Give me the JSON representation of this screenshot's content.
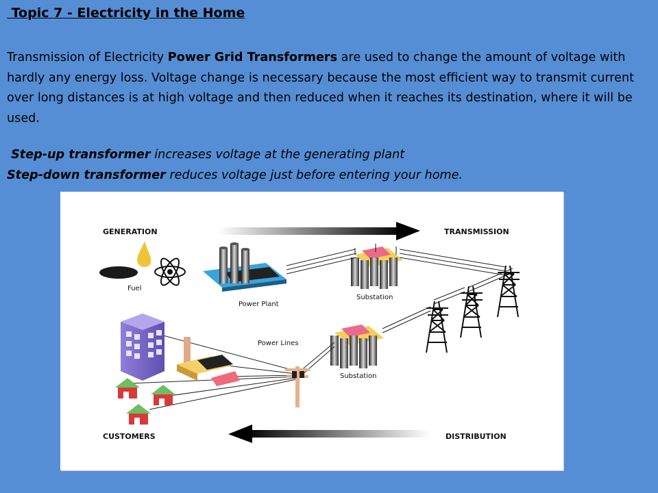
{
  "slide": {
    "title": " Topic 7 - Electricity in the Home",
    "intro": {
      "lead": "Transmission of Electricity ",
      "bold": "Power Grid Transformers",
      "rest": " are used to change the amount of voltage with hardly any energy loss. Voltage change is necessary because the most efficient way to transmit current over long distances is at high voltage and then reduced when it reaches its destination, where it will be used."
    },
    "step_up": {
      "term": " Step-up transformer",
      "desc": " increases voltage at the generating plant"
    },
    "step_down": {
      "term": "Step-down transformer",
      "desc": " reduces voltage just before entering your home."
    }
  },
  "diagram": {
    "generation": "GENERATION",
    "transmission": "TRANSMISSION",
    "fuel": "Fuel",
    "power_plant": "Power Plant",
    "substation_top": "Substation",
    "power_lines": "Power Lines",
    "substation_bottom": "Substation",
    "customers": "CUSTOMERS",
    "distribution": "DISTRIBUTION"
  }
}
